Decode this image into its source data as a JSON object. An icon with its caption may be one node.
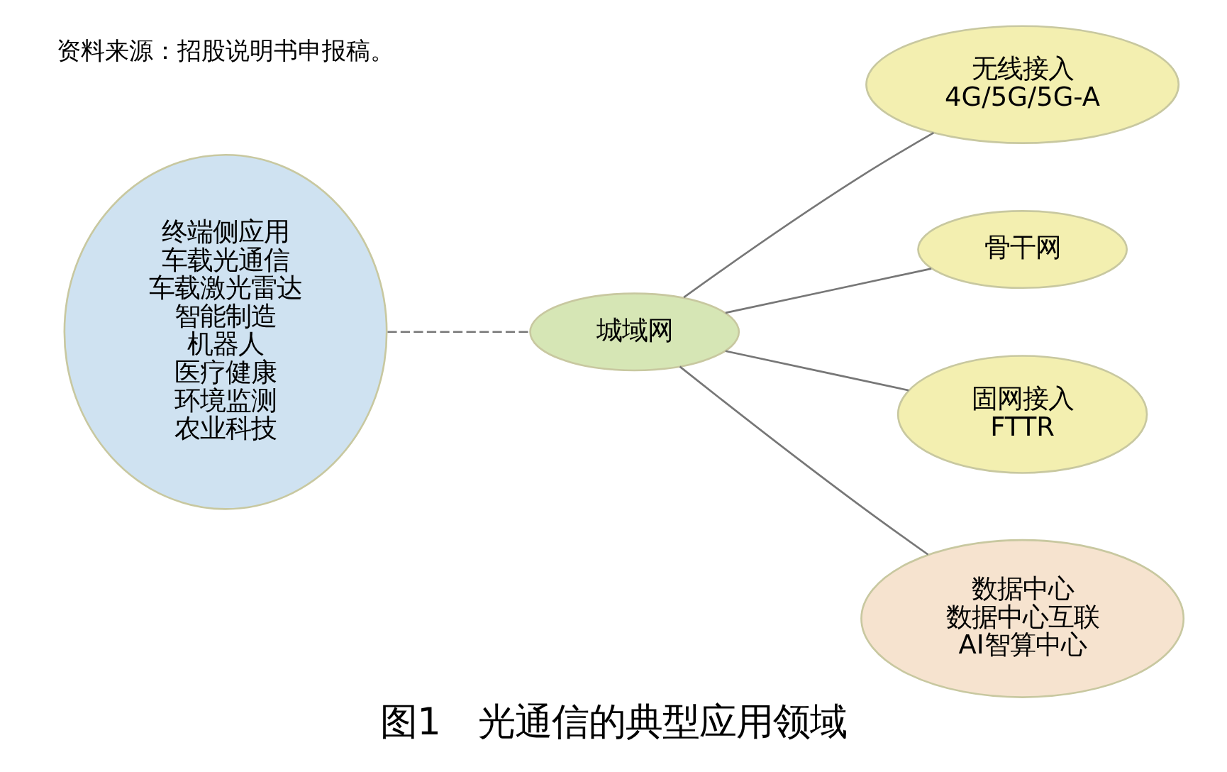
{
  "diagram": {
    "caption": "图1　光通信的典型应用领域",
    "nodes": [
      {
        "text": [
          "无线接入",
          "4G/5G/5G-A"
        ]
      },
      {
        "text": [
          "骨干网"
        ]
      },
      {
        "text": [
          "终端侧应用",
          "车载光通信",
          "车载激光雷达",
          "智能制造",
          "机器人",
          "医疗健康",
          "环境监测",
          "农业科技"
        ]
      },
      {
        "text": [
          "城域网"
        ]
      },
      {
        "text": [
          "固网接入",
          "FTTR"
        ]
      },
      {
        "text": [
          "数据中心",
          "数据中心互联",
          "AI智算中心"
        ]
      }
    ],
    "edges": [
      {
        "from": 3,
        "to": 0,
        "arrow": "none"
      },
      {
        "from": 3,
        "to": 1,
        "arrow": "none"
      },
      {
        "from": 2,
        "to": 3,
        "arrow": "none",
        "style": "dashed"
      },
      {
        "from": 3,
        "to": 4,
        "arrow": "none"
      },
      {
        "from": 3,
        "to": 5,
        "arrow": "none"
      }
    ],
    "labels": [
      "资料来源：招股说明书申报稿。"
    ]
  }
}
